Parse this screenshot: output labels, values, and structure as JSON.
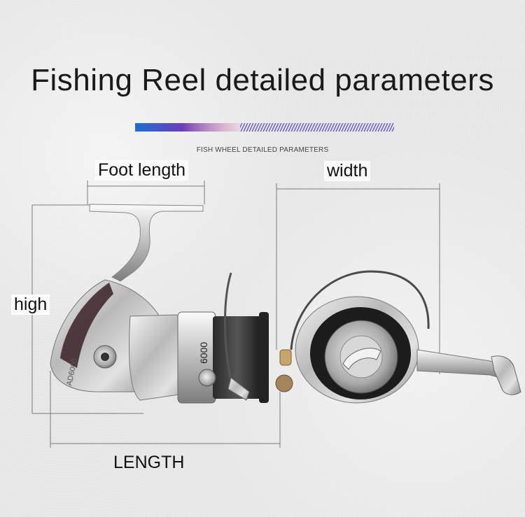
{
  "title": "Fishing Reel detailed parameters",
  "subtitle": "FISH WHEEL DETAILED PARAMETERS",
  "labels": {
    "foot_length": "Foot length",
    "width": "width",
    "high": "high",
    "length": "LENGTH"
  },
  "reel_text": {
    "model": "AD6000",
    "spool_number": "6000"
  },
  "colors": {
    "accent_start": "#1a6fd6",
    "accent_mid": "#6b3fb8",
    "accent_end": "#d46a9a",
    "dimension_line": "#7a7a7a"
  }
}
